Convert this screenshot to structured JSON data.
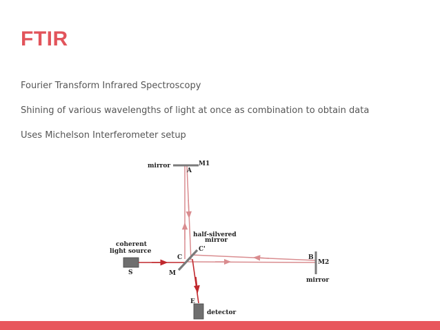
{
  "slide": {
    "title": "FTIR",
    "bullets": [
      "Fourier Transform Infrared Spectroscopy",
      "Shining of various wavelengths of light at once as combination to obtain data",
      "Uses Michelson Interferometer setup"
    ]
  },
  "diagram": {
    "labels": {
      "mirror_top": "mirror",
      "m1": "M1",
      "a": "A",
      "half_silvered_1": "half-silvered",
      "half_silvered_2": "mirror",
      "c_prime": "C'",
      "coherent_1": "coherent",
      "coherent_2": "light source",
      "c": "C",
      "b": "B",
      "m2": "M2",
      "s": "S",
      "m": "M",
      "mirror_right": "mirror",
      "e": "E",
      "detector": "detector"
    },
    "colors": {
      "source_beam": "#c0282d",
      "split_beam": "#d98c8f",
      "component": "#7a7a7a"
    }
  },
  "theme": {
    "accent": "#e2545b",
    "footer": "#e8575d"
  }
}
